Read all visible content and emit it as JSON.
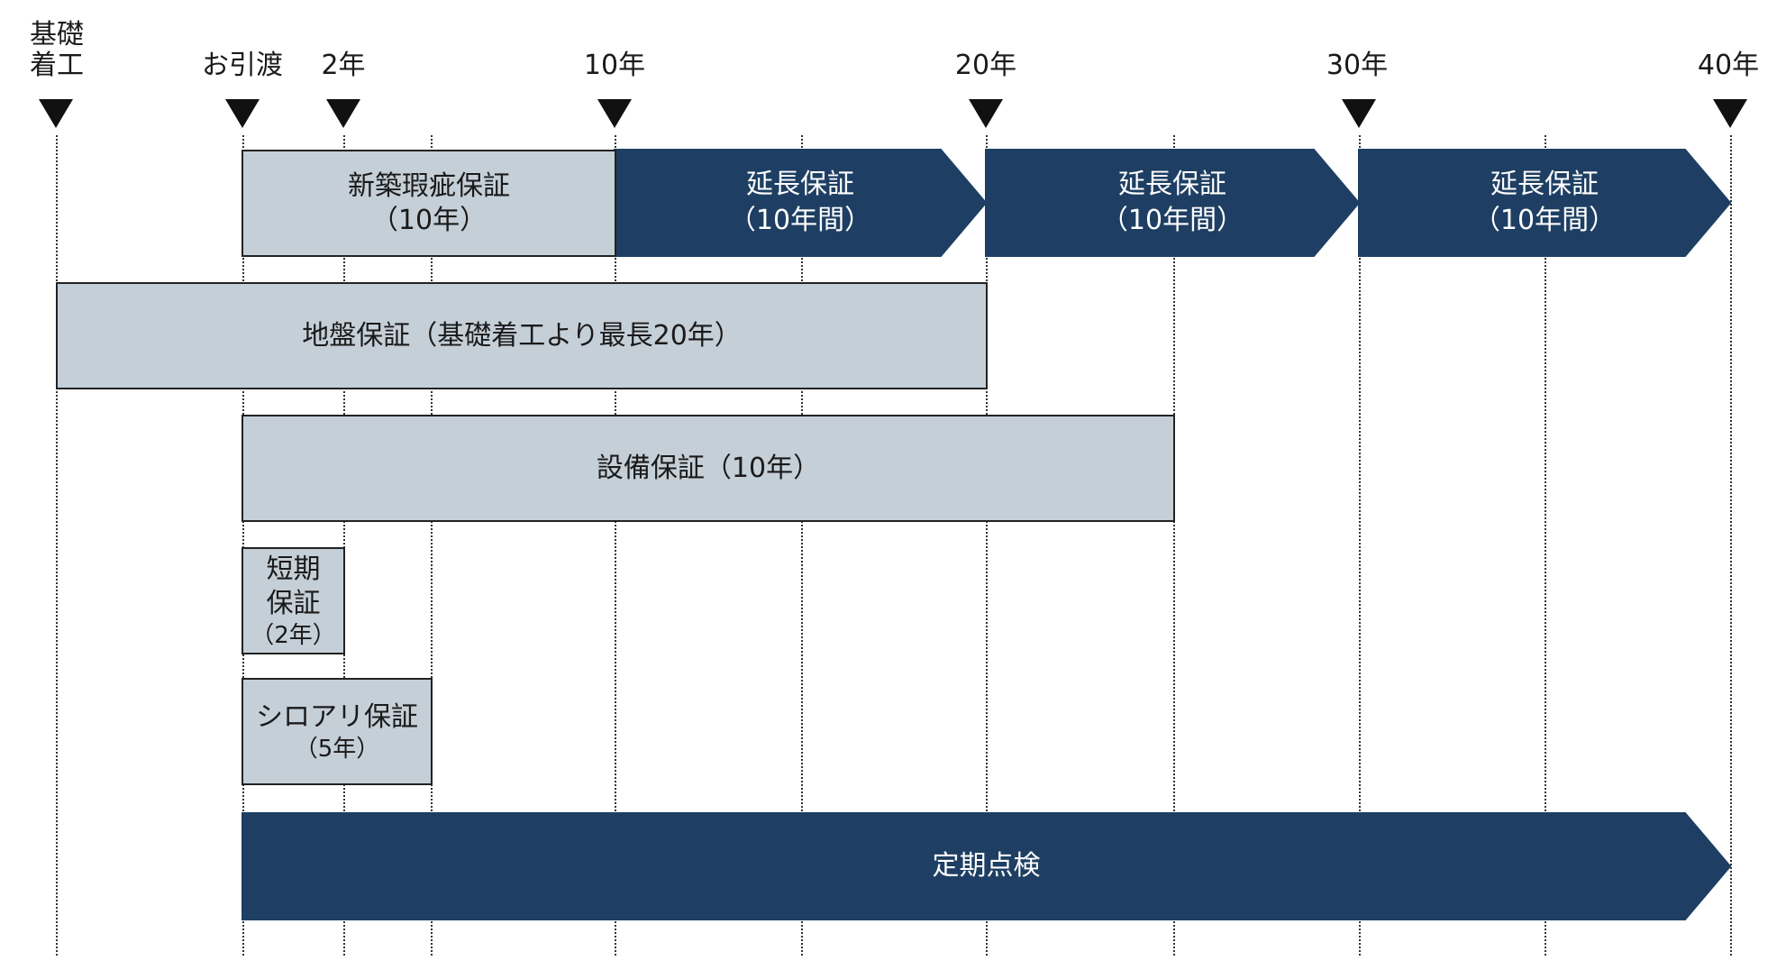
{
  "timeline": {
    "start_label": [
      "基礎",
      "着工"
    ],
    "ticks": [
      "お引渡",
      "2年",
      "10年",
      "20年",
      "30年",
      "40年"
    ]
  },
  "bars": {
    "new_build": {
      "line1": "新築瑕疵保証",
      "line2": "（10年）"
    },
    "extension": {
      "line1": "延長保証",
      "line2": "（10年間）"
    },
    "ground": {
      "label": "地盤保証（基礎着工より最長20年）"
    },
    "equipment": {
      "label": "設備保証（10年）"
    },
    "short_term": {
      "line1": "短期",
      "line2": "保証",
      "line3": "（2年）"
    },
    "termite": {
      "line1": "シロアリ保証",
      "line2": "（5年）"
    },
    "inspection": {
      "label": "定期点検"
    }
  },
  "colors": {
    "dark": "#1e3f63",
    "light": "#c5cfd8"
  }
}
